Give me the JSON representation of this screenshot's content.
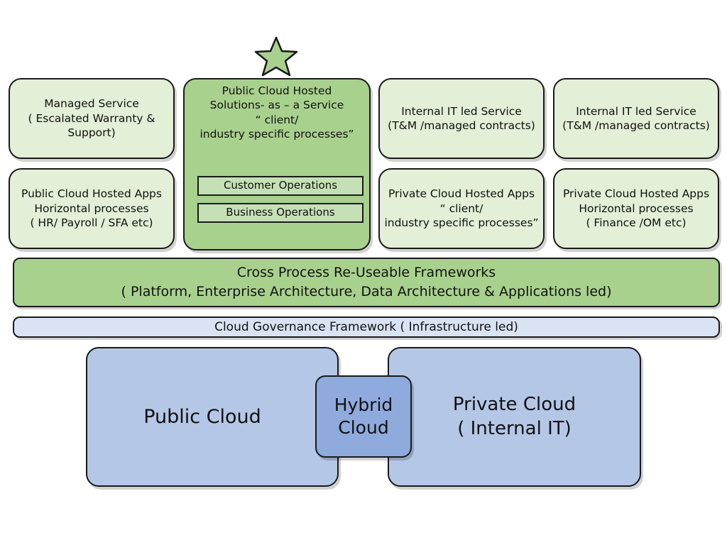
{
  "star_icon": "star-icon",
  "colors": {
    "light_green": "#e3efd6",
    "mid_green": "#a9d18e",
    "light_blue_band": "#dae3f3",
    "cloud_blue": "#b4c7e7",
    "hybrid_blue": "#8faadc"
  },
  "top_row": {
    "managed_service": [
      "Managed Service",
      "( Escalated Warranty &",
      "Support)"
    ],
    "public_hosted": [
      "Public Cloud Hosted",
      "Solutions- as – a Service",
      "“ client/",
      "industry specific processes”"
    ],
    "customer_ops": "Customer Operations",
    "business_ops": "Business  Operations",
    "internal_it_1": [
      "Internal IT led Service",
      "(T&M /managed contracts)"
    ],
    "internal_it_2": [
      "Internal IT led Service",
      "(T&M /managed contracts)"
    ]
  },
  "second_row": {
    "public_apps": [
      "Public Cloud Hosted Apps",
      "Horizontal processes",
      "( HR/ Payroll / SFA etc)"
    ],
    "private_apps_client": [
      "Private Cloud Hosted Apps",
      "“ client/",
      "industry specific processes”"
    ],
    "private_apps_horizontal": [
      "Private Cloud Hosted Apps",
      "Horizontal processes",
      "( Finance /OM etc)"
    ]
  },
  "frameworks": {
    "line1": "Cross Process Re-Useable Frameworks",
    "line2": "( Platform, Enterprise Architecture, Data Architecture  & Applications led)"
  },
  "governance": "Cloud Governance Framework ( Infrastructure led)",
  "clouds": {
    "public": "Public Cloud",
    "hybrid": [
      "Hybrid",
      "Cloud"
    ],
    "private": [
      "Private Cloud",
      "( Internal IT)"
    ]
  }
}
